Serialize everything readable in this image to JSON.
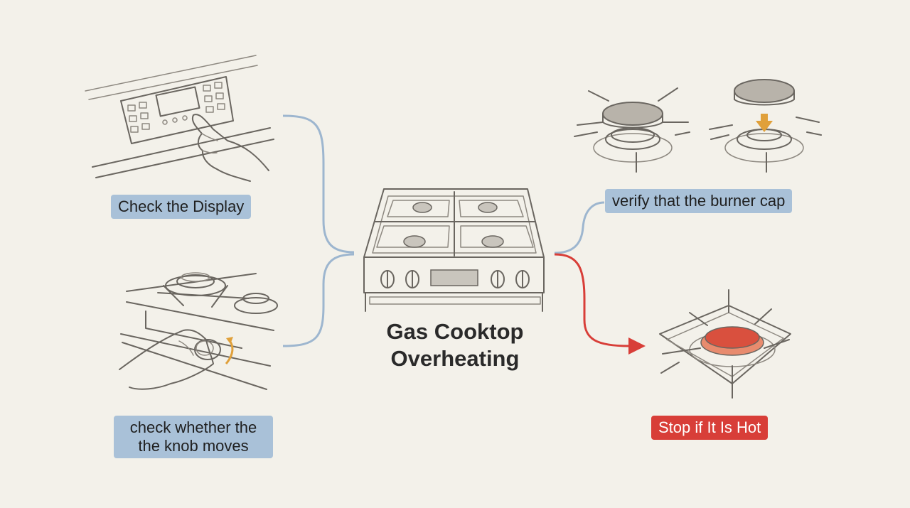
{
  "title": {
    "line1": "Gas Cooktop",
    "line2": "Overheating"
  },
  "steps": [
    {
      "id": "display",
      "label": "Check the Display"
    },
    {
      "id": "knob",
      "line1": "check whether the",
      "line2": "the knob moves"
    },
    {
      "id": "cap",
      "label": "verify that the burner cap"
    },
    {
      "id": "hot",
      "label": "Stop if It Is Hot"
    }
  ],
  "colors": {
    "background": "#f3f1ea",
    "connector_blue": "#9db6cf",
    "label_blue": "#a9c1d8",
    "warning_red": "#d83e38",
    "arrow_orange": "#e0a03a",
    "hot_burner": "#d9503e"
  },
  "icons": [
    "control-panel-icon",
    "hand-icon",
    "knob-icon",
    "stove-icon",
    "burner-cap-icon",
    "hot-burner-icon"
  ]
}
